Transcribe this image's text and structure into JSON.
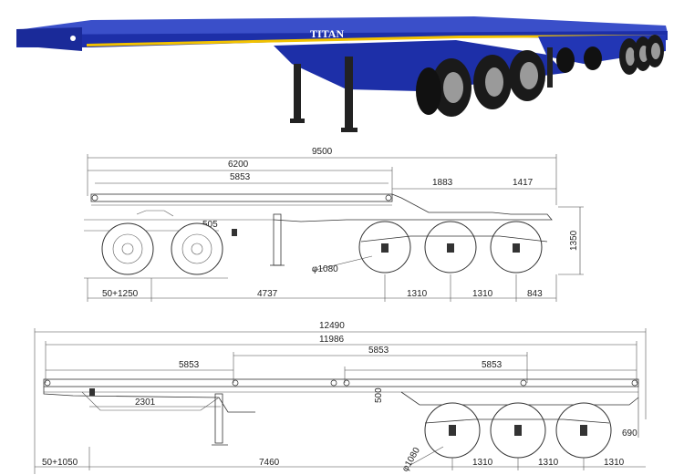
{
  "photo": {
    "brand_text": "TITAN",
    "colors": {
      "body": "#1d2fa8",
      "stripe": "#f2c200",
      "tire": "#1a1a1a",
      "rim": "#9a9a9a"
    }
  },
  "side_view": {
    "dims": {
      "overall": "9500",
      "deck": "6200",
      "pin_span": "5853",
      "gooseneck": "1883",
      "rear_overhang": "1417",
      "kingpin_height": "505",
      "height": "1350",
      "tire": "φ1080",
      "front": "50+1250",
      "front_to_axle": "4737",
      "axle_spacing_1": "1310",
      "axle_spacing_2": "1310",
      "rear": "843"
    }
  },
  "full_view": {
    "dims": {
      "overall": "12490",
      "deck": "11986",
      "span_left": "5853",
      "span_middle": "5853",
      "span_right": "5853",
      "kingpin_offset": "2301",
      "height": "500",
      "rear_height": "690",
      "tire": "φ1080",
      "front": "50+1050",
      "front_to_axle": "7460",
      "axle_spacing_1": "1310",
      "axle_spacing_2": "1310",
      "axle_spacing_3": "1310"
    }
  }
}
